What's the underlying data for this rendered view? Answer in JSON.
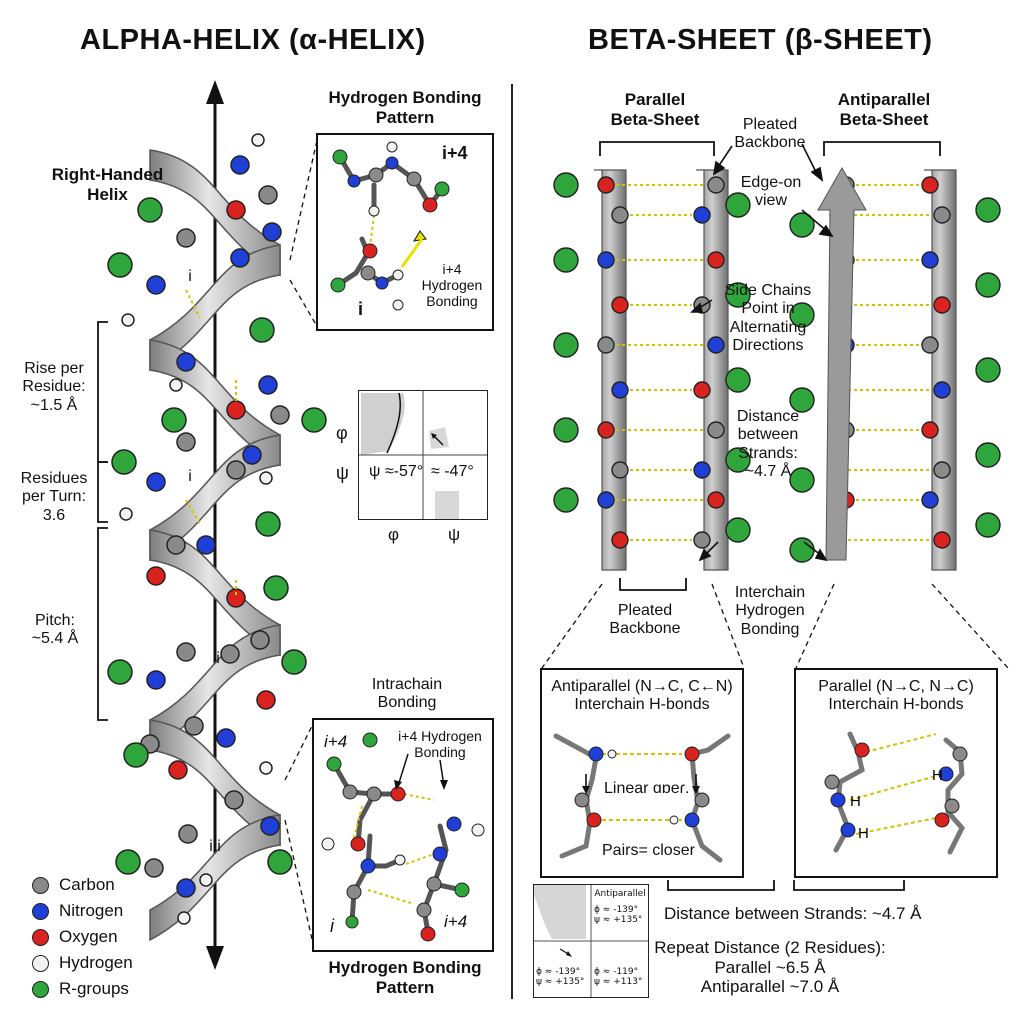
{
  "titles": {
    "alpha": "ALPHA-HELIX (α-HELIX)",
    "beta": "BETA-SHEET (β-SHEET)"
  },
  "alpha": {
    "right_handed": "Right-Handed\nHelix",
    "rise": "Rise per\nResidue:\n~1.5 Å",
    "residues_per_turn": "Residues\nper Turn:\n3.6",
    "pitch": "Pitch:\n~5.4 Å",
    "hb_pattern_top": "Hydrogen Bonding\nPattern",
    "inset_top_i4": "i+4",
    "inset_top_i": "i",
    "inset_top_bond": "i+4\nHydrogen\nBonding",
    "intrachain": "Intrachain\nBonding",
    "inset_bot_i4_left": "i+4",
    "inset_bot_i4_right": "i+4",
    "inset_bot_i": "i",
    "inset_bot_bond": "i+4 Hydrogen\nBonding",
    "hb_pattern_bottom": "Hydrogen Bonding\nPattern",
    "rama_phi": "φ",
    "rama_psi": "ψ",
    "rama_psi_value": "ψ ≈-57°",
    "rama_phi_value": "≈ -47°",
    "rama_axis_phi": "φ",
    "rama_axis_psi": "ψ",
    "helix_residue_labels": [
      "i",
      "i",
      "i",
      "i i"
    ]
  },
  "legend": [
    {
      "label": "Carbon",
      "color": "#8a8a8a"
    },
    {
      "label": "Nitrogen",
      "color": "#1f3fd6"
    },
    {
      "label": "Oxygen",
      "color": "#d9231f"
    },
    {
      "label": "Hydrogen",
      "color": "#f2f2f2"
    },
    {
      "label": "R-groups",
      "color": "#2ea63b"
    }
  ],
  "beta": {
    "parallel_title": "Parallel\nBeta-Sheet",
    "antiparallel_title": "Antiparallel\nBeta-Sheet",
    "pleated_backbone_top": "Pleated\nBackbone",
    "edge_on": "Edge-on\nview",
    "side_chains": "Side Chains\nPoint in\nAlternating\nDirections",
    "distance_strands": "Distance\nbetween\nStrands:\n~4.7 Å",
    "interchain": "Interchain\nHydrogen\nBonding",
    "pleated_backbone_bottom": "Pleated\nBackbone",
    "anti_box_title": "Antiparallel (N→C, C←N)\nInterchain H-bonds",
    "anti_box_linear": "Linear ɑɒeɾ.",
    "anti_box_pairs": "Pairs= closer",
    "para_box_title": "Parallel (N→C, N→C)\nInterchain H-bonds",
    "distance_between": "Distance between Strands: ~4.7 Å",
    "repeat_distance": "Repeat Distance (2 Residues):\nParallel ~6.5 Å\nAntiparallel ~7.0 Å",
    "rama_small_title": "Antiparallel",
    "rama_small_tr": "ϕ ≈ -139°\nψ ≈ +135°",
    "rama_small_bl": "ϕ ≈ -139°\nψ ≈ +135°",
    "rama_small_br": "ϕ ≈ -119°\nψ ≈ +113°"
  }
}
